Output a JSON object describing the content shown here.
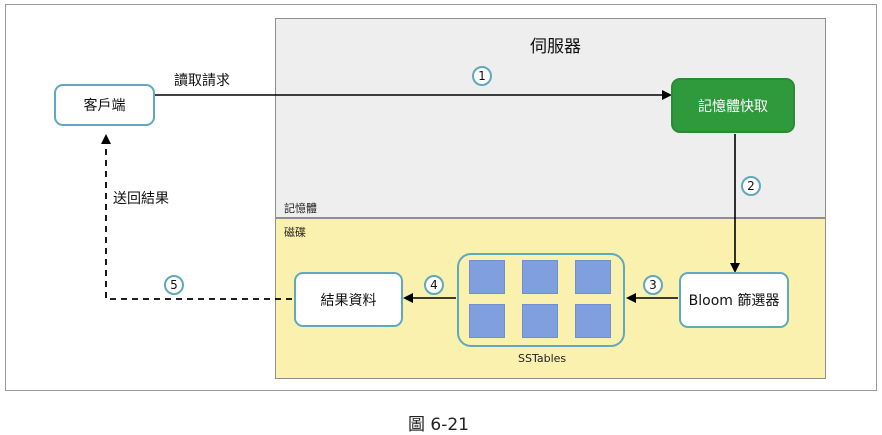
{
  "regions": {
    "server_title": "伺服器",
    "memory_label": "記憶體",
    "disk_label": "磁碟"
  },
  "nodes": {
    "client": "客戶端",
    "memory_cache": "記憶體快取",
    "bloom_filter": "Bloom 篩選器",
    "sstables_label": "SSTables",
    "result_data": "結果資料"
  },
  "edges": {
    "read_request": "讀取請求",
    "return_result": "送回結果"
  },
  "steps": [
    "1",
    "2",
    "3",
    "4",
    "5"
  ],
  "caption": "圖 6-21",
  "colors": {
    "accent": "#5fa8bd",
    "cache": "#2f9a3c",
    "disk_background": "#fbf1ae",
    "server_background": "#eeeeee",
    "sstable_block": "#7f9fde"
  }
}
